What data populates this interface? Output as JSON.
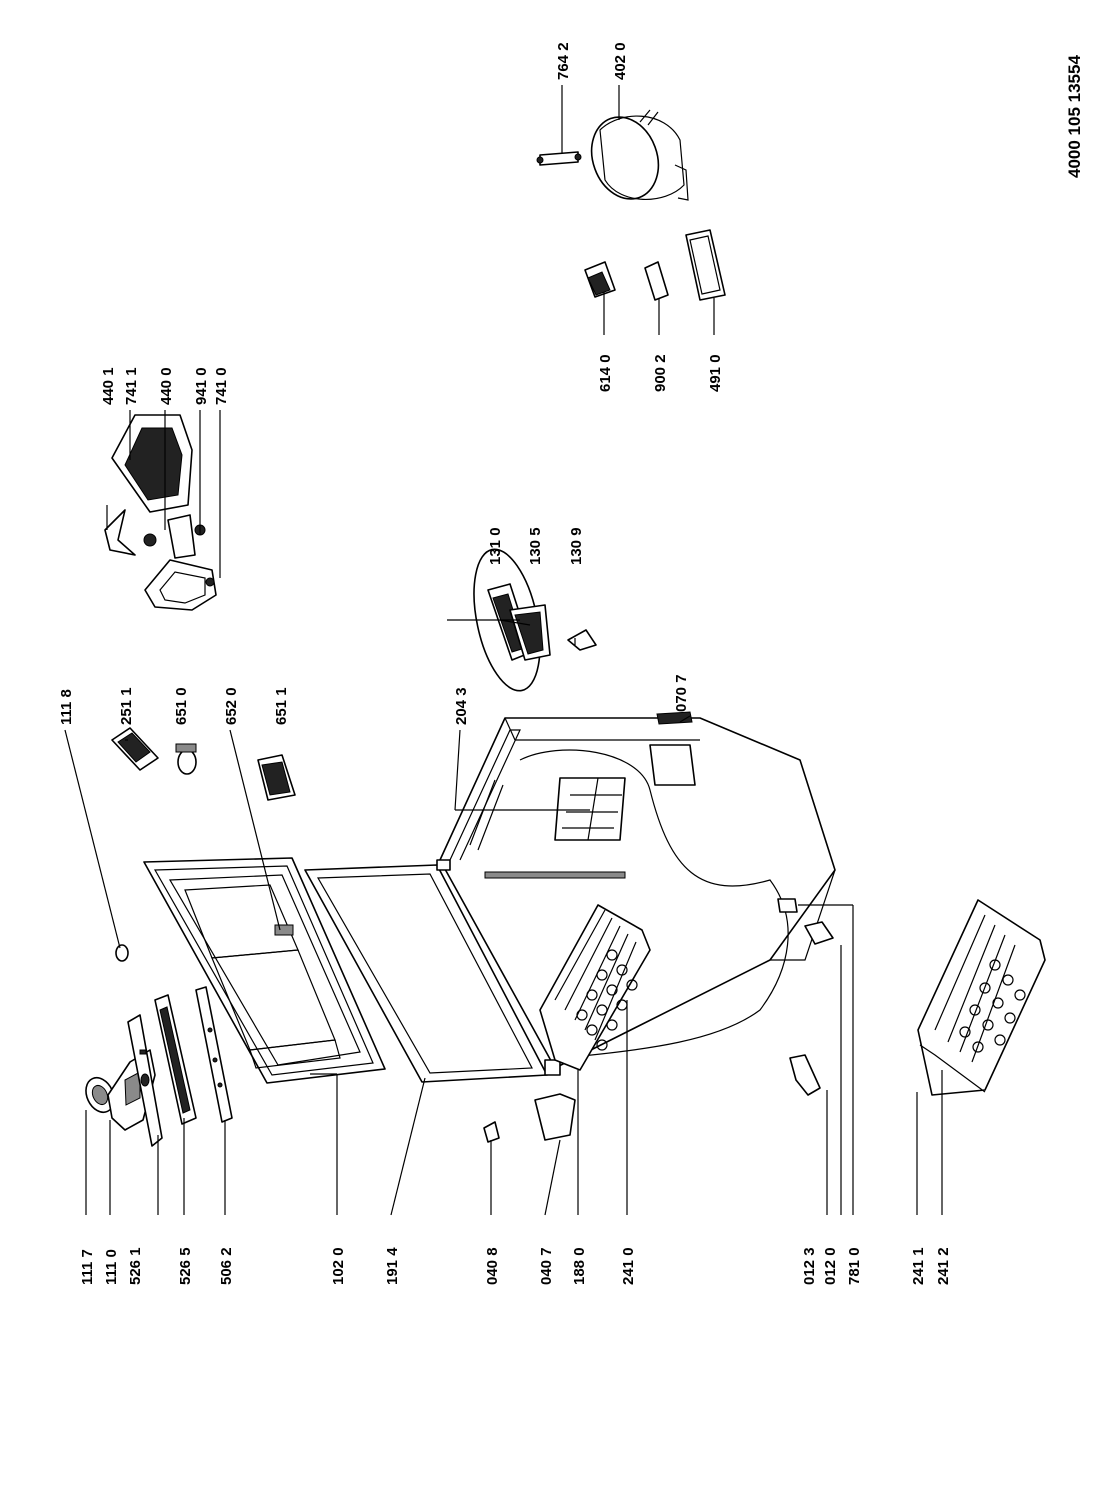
{
  "document_number": "4000 105 13554",
  "callouts": [
    {
      "id": "c1117",
      "label": "111 7"
    },
    {
      "id": "c1110",
      "label": "111 0"
    },
    {
      "id": "c5261",
      "label": "526 1"
    },
    {
      "id": "c5265",
      "label": "526 5"
    },
    {
      "id": "c5062",
      "label": "506 2"
    },
    {
      "id": "c1020",
      "label": "102 0"
    },
    {
      "id": "c1914",
      "label": "191 4"
    },
    {
      "id": "c0408",
      "label": "040 8"
    },
    {
      "id": "c0407",
      "label": "040 7"
    },
    {
      "id": "c1880",
      "label": "188 0"
    },
    {
      "id": "c2410",
      "label": "241 0"
    },
    {
      "id": "c0123",
      "label": "012 3"
    },
    {
      "id": "c0120",
      "label": "012 0"
    },
    {
      "id": "c7810",
      "label": "781 0"
    },
    {
      "id": "c2411",
      "label": "241 1"
    },
    {
      "id": "c2412",
      "label": "241 2"
    },
    {
      "id": "c1118",
      "label": "111 8"
    },
    {
      "id": "c2511",
      "label": "251 1"
    },
    {
      "id": "c6510",
      "label": "651 0"
    },
    {
      "id": "c6520",
      "label": "652 0"
    },
    {
      "id": "c6511",
      "label": "651 1"
    },
    {
      "id": "c2043",
      "label": "204 3"
    },
    {
      "id": "c0707",
      "label": "070 7"
    },
    {
      "id": "c1310",
      "label": "131 0"
    },
    {
      "id": "c1305",
      "label": "130 5"
    },
    {
      "id": "c1309",
      "label": "130 9"
    },
    {
      "id": "c4401",
      "label": "440 1"
    },
    {
      "id": "c7411",
      "label": "741 1"
    },
    {
      "id": "c4400",
      "label": "440 0"
    },
    {
      "id": "c9410",
      "label": "941 0"
    },
    {
      "id": "c7410",
      "label": "741 0"
    },
    {
      "id": "c6140",
      "label": "614 0"
    },
    {
      "id": "c9002",
      "label": "900 2"
    },
    {
      "id": "c4910",
      "label": "491 0"
    },
    {
      "id": "c7642",
      "label": "764 2"
    },
    {
      "id": "c4020",
      "label": "402 0"
    }
  ]
}
